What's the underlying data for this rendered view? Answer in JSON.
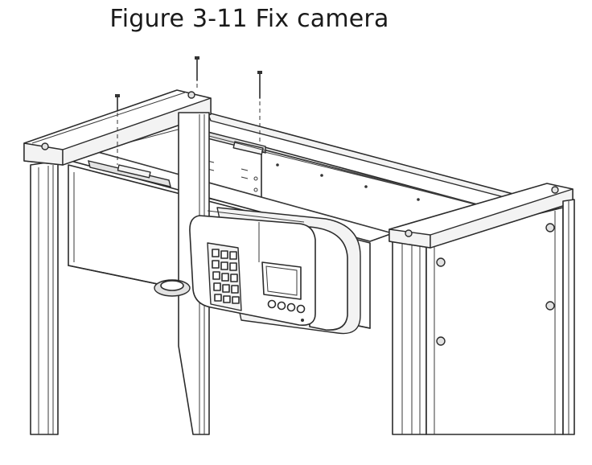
{
  "figure": {
    "caption": "Figure 3-11 Fix camera"
  },
  "diagram": {
    "components": [
      "screw-left",
      "screw-middle",
      "screw-right",
      "frame-left-pillar",
      "frame-right-pillar",
      "crossbeam",
      "camera-module",
      "keypad",
      "display-screen",
      "buttons-row"
    ]
  }
}
